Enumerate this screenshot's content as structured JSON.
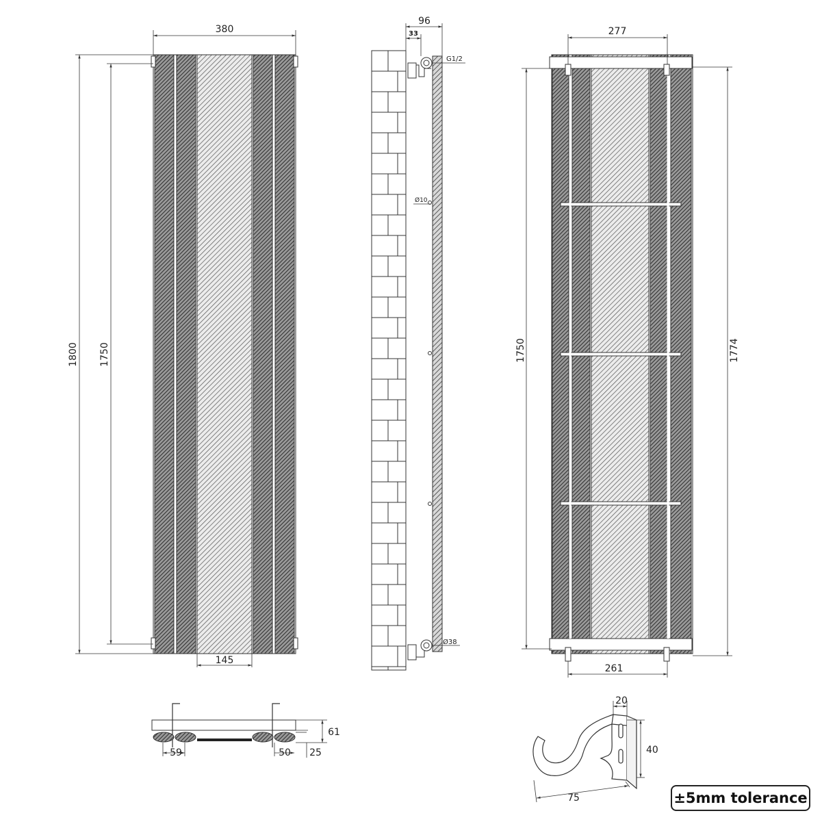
{
  "front_view": {
    "width_label": "380",
    "height_label": "1800",
    "centers_label": "1750",
    "bottom_panel_label": "145"
  },
  "side_view": {
    "depth_label": "96",
    "offset_label": "33",
    "top_port_label": "G1/2",
    "pin_label": "Ø10",
    "bottom_port_label": "Ø38"
  },
  "back_view": {
    "top_width_label": "277",
    "bottom_width_label": "261",
    "left_height_label": "1750",
    "right_height_label": "1774"
  },
  "plan_view": {
    "tube_width_label": "59",
    "inner_label": "50",
    "gap_label": "25",
    "depth_label": "61"
  },
  "bracket_view": {
    "slot_width_label": "20",
    "slot_height_label": "40",
    "reach_label": "75"
  },
  "tolerance": "±5mm tolerance"
}
